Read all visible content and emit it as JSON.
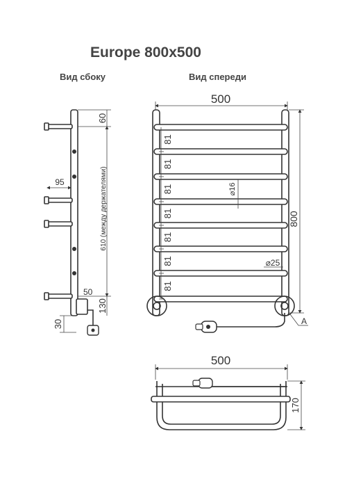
{
  "title": "Europe 800x500",
  "labels": {
    "side_view": "Вид сбоку",
    "front_view": "Вид спереди"
  },
  "front_view": {
    "width_dim": "500",
    "height_dim": "800",
    "spacing_dims": [
      "81",
      "81",
      "81",
      "81",
      "81",
      "81",
      "81"
    ],
    "tube_diameter": "⌀16",
    "pipe_diameter": "⌀25",
    "connector_label": "A"
  },
  "side_view": {
    "top_dim": "60",
    "holder_spacing": "610 (между держателями)",
    "depth_dim": "95",
    "bottom_dim": "130",
    "offset_dim": "50",
    "base_dim": "30"
  },
  "top_view": {
    "width_dim": "500",
    "depth_dim": "170"
  }
}
